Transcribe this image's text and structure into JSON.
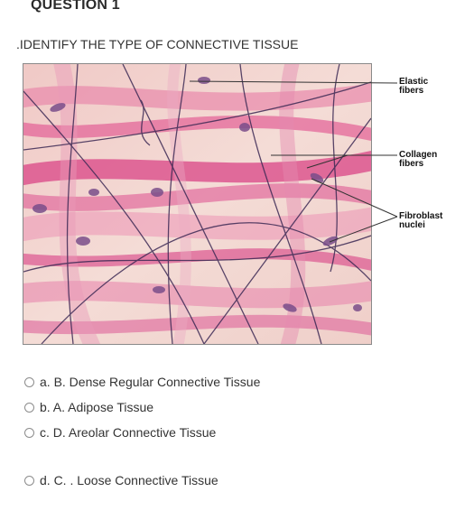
{
  "question": {
    "title": "QUESTION 1",
    "prompt": ".IDENTIFY THE TYPE OF CONNECTIVE TISSUE"
  },
  "figure": {
    "labels": {
      "elastic": [
        "Elastic",
        "fibers"
      ],
      "collagen": [
        "Collagen",
        "fibers"
      ],
      "fibroblast": [
        "Fibroblast",
        "nuclei"
      ]
    }
  },
  "options": [
    {
      "text": "a. B. Dense Regular Connective Tissue"
    },
    {
      "text": "b. A. Adipose Tissue"
    },
    {
      "text": "c. D. Areolar Connective Tissue"
    },
    {
      "text": "d. C. . Loose Connective Tissue"
    }
  ]
}
